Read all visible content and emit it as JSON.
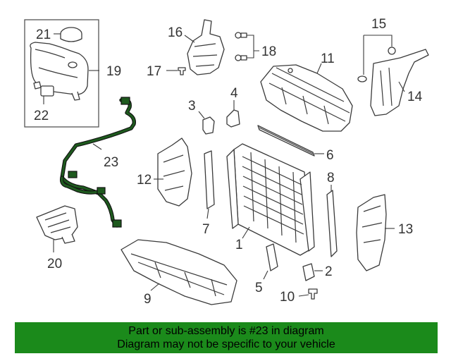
{
  "diagram": {
    "callouts": {
      "c1": "1",
      "c2": "2",
      "c3": "3",
      "c4": "4",
      "c5": "5",
      "c6": "6",
      "c7": "7",
      "c8": "8",
      "c9": "9",
      "c10": "10",
      "c11": "11",
      "c12": "12",
      "c13": "13",
      "c14": "14",
      "c15": "15",
      "c16": "16",
      "c17": "17",
      "c18": "18",
      "c19": "19",
      "c20": "20",
      "c21": "21",
      "c22": "22",
      "c23": "23"
    },
    "highlight_color": "#1e5a1e"
  },
  "banner": {
    "line1": "Part or sub-assembly is #23 in diagram",
    "line2": "Diagram may not be specific to your vehicle",
    "background": "#1b8a1b"
  }
}
